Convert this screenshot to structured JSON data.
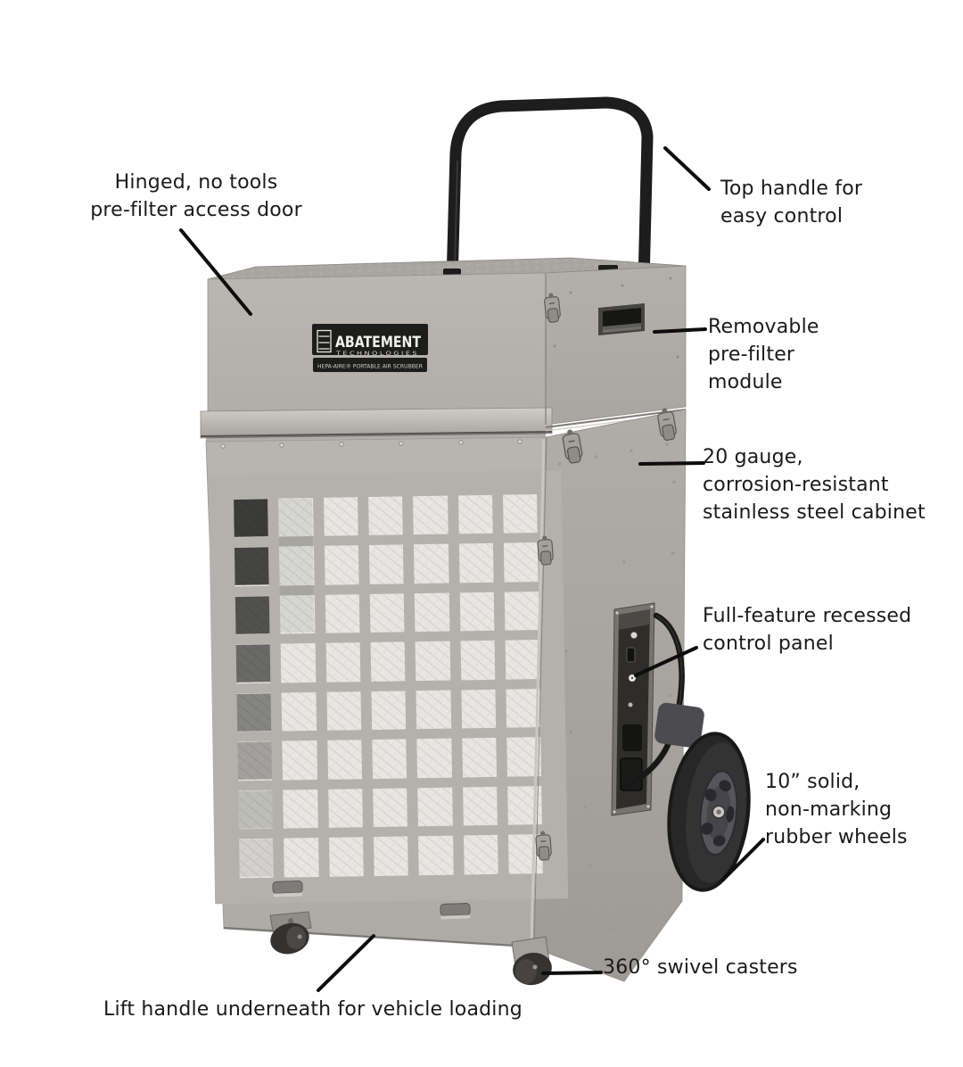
{
  "figure": {
    "background": "#ffffff",
    "description_colors": {
      "text": "#1a1a1a",
      "leader_line": "#0d0d0d",
      "cabinet_front": "#b5b2ad",
      "cabinet_side": "#aba8a3",
      "filter_media": "#e7e6e2",
      "handle_and_tire": "#1d1d1d",
      "logo_plate": "#1d1d1c"
    }
  },
  "brand": {
    "name": "ABATEMENT",
    "division": "TECHNOLOGIES",
    "tagline": "HEPA-AIRE® PORTABLE AIR SCRUBBER"
  },
  "callouts": [
    {
      "id": "prefilter-door",
      "text": "Hinged, no tools\npre-filter access door"
    },
    {
      "id": "top-handle",
      "text": "Top handle for\neasy control"
    },
    {
      "id": "prefilter-module",
      "text": "Removable\npre-filter\nmodule"
    },
    {
      "id": "cabinet",
      "text": "20 gauge,\ncorrosion-resistant\nstainless steel cabinet"
    },
    {
      "id": "control-panel",
      "text": "Full-feature recessed\ncontrol panel"
    },
    {
      "id": "wheels",
      "text": "10” solid,\nnon-marking\nrubber wheels"
    },
    {
      "id": "casters",
      "text": "360° swivel casters"
    },
    {
      "id": "lift-handle",
      "text": "Lift handle underneath for vehicle loading"
    }
  ]
}
